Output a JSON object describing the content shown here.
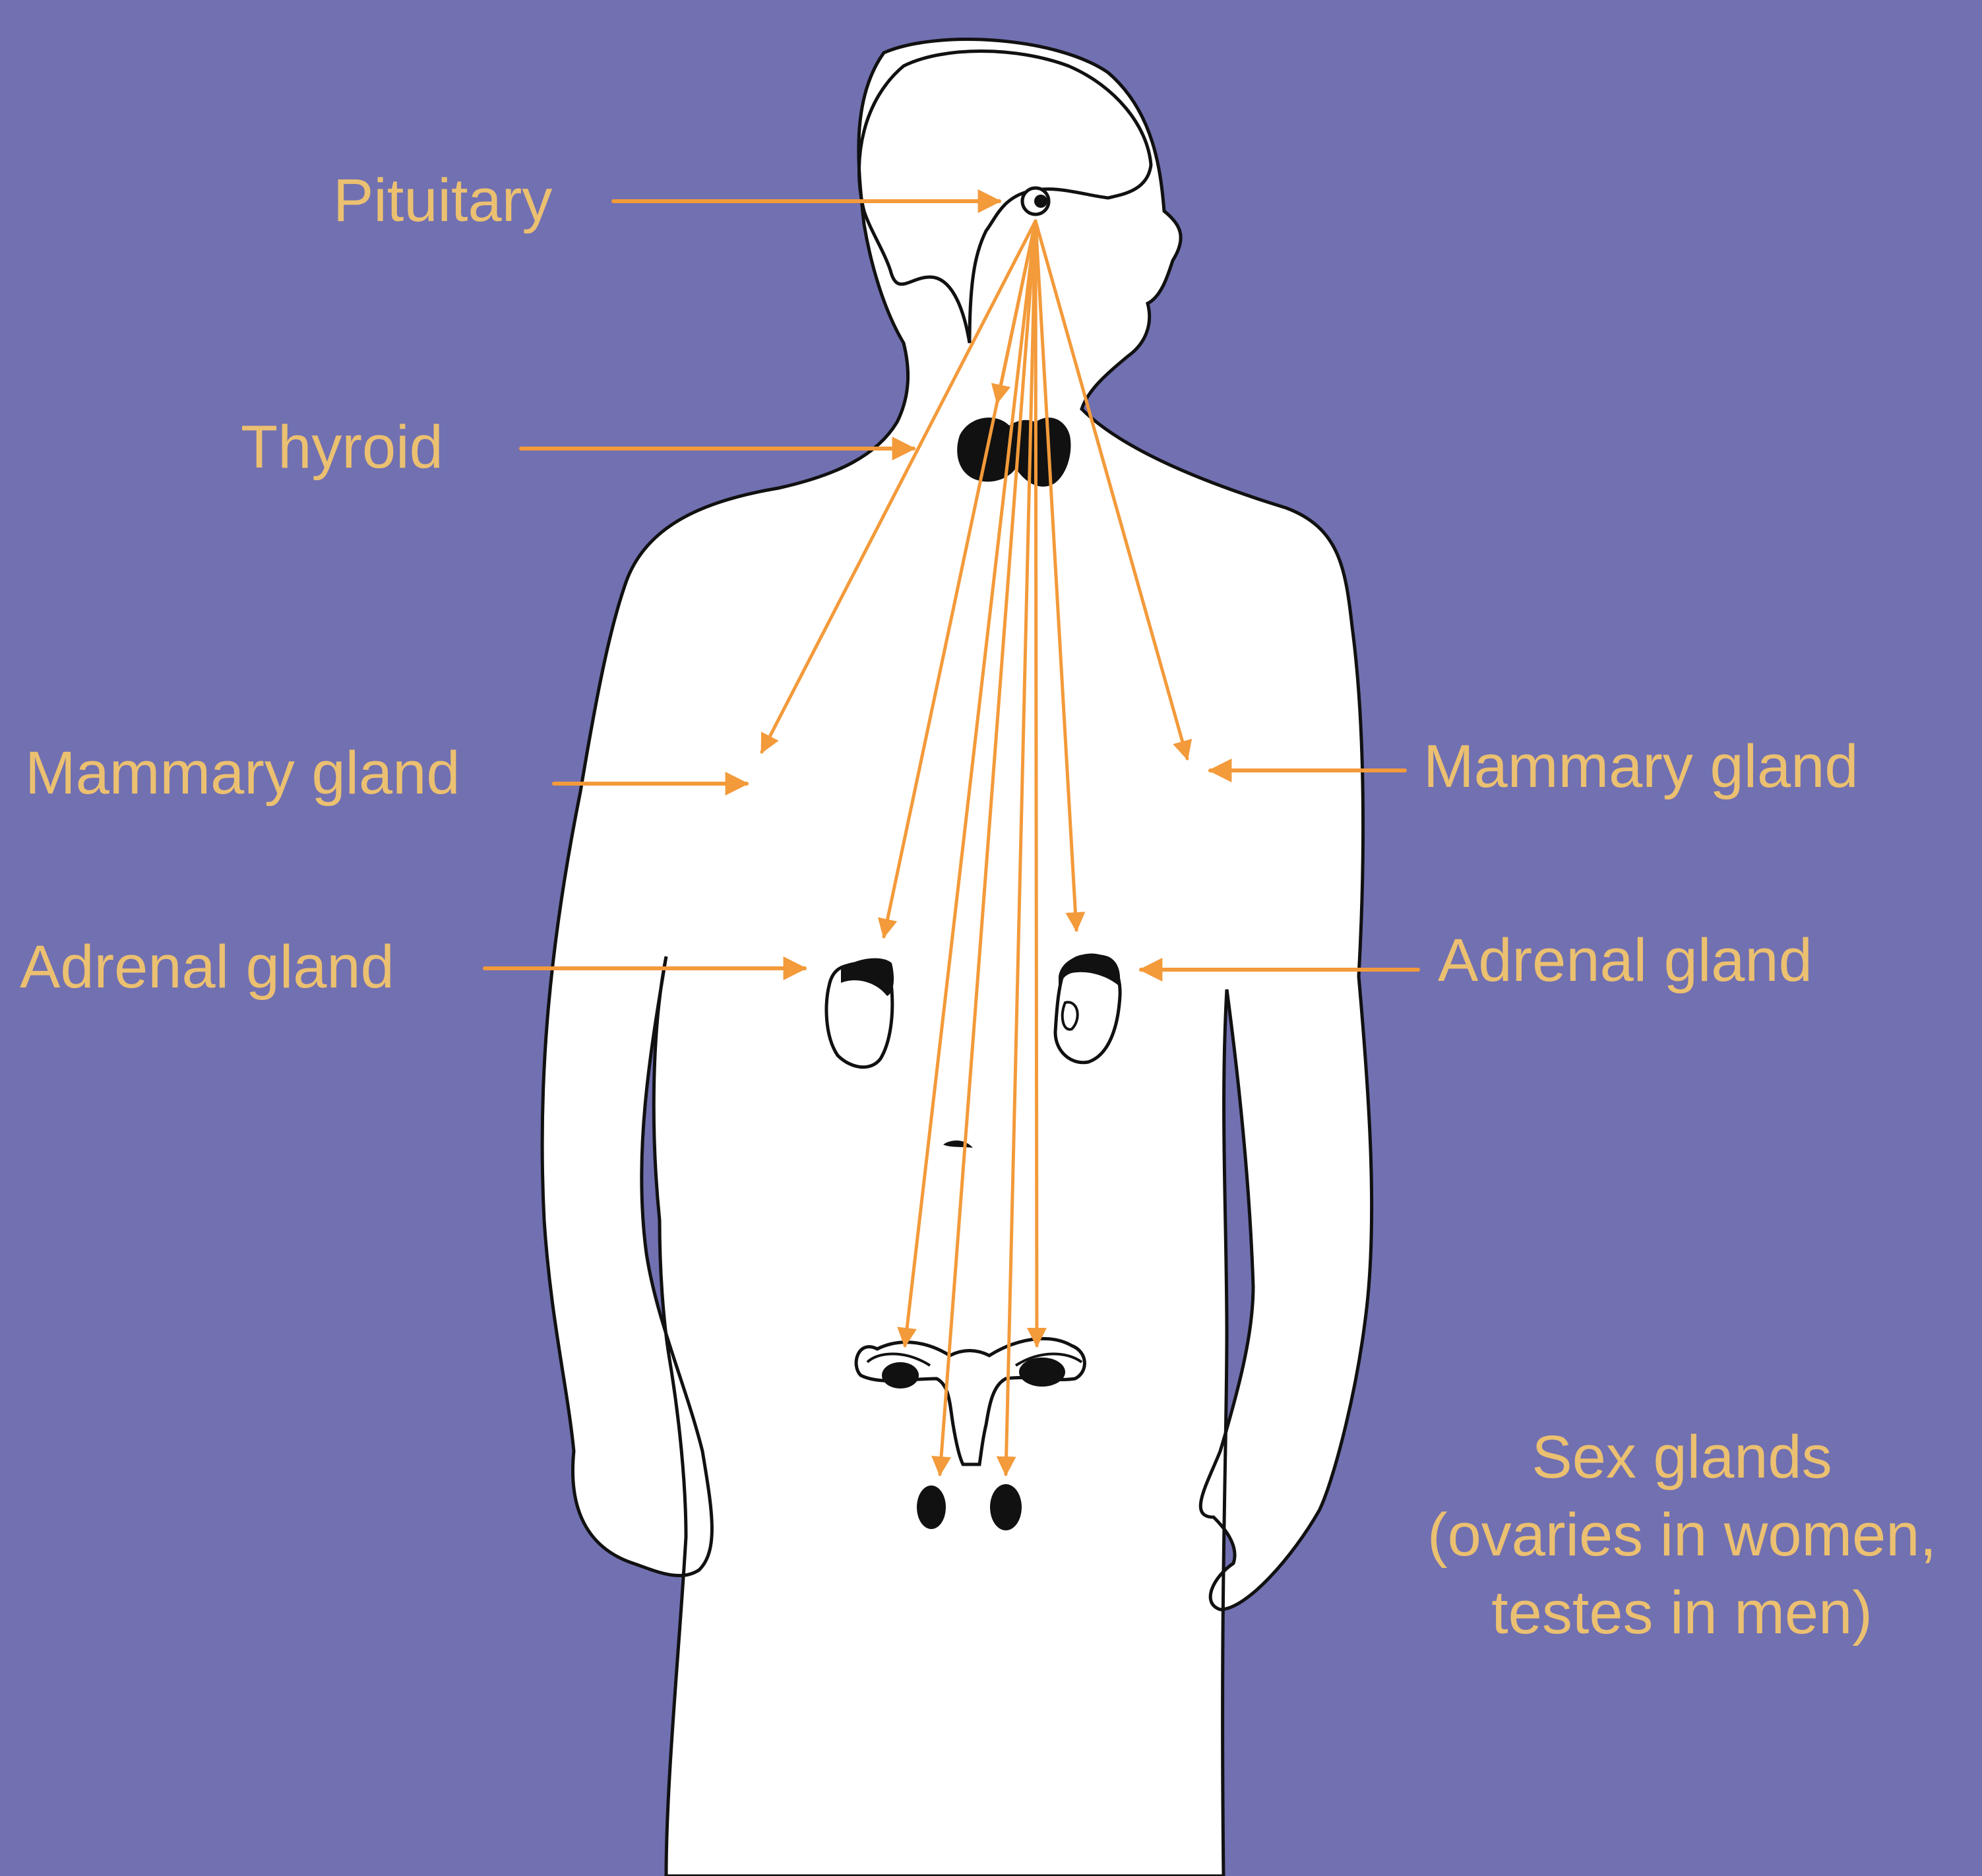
{
  "labels": {
    "pituitary": "Pituitary",
    "thyroid": "Thyroid",
    "mammary_left": "Mammary gland",
    "mammary_right": "Mammary gland",
    "adrenal_left": "Adrenal gland",
    "adrenal_right": "Adrenal gland",
    "sex_glands": [
      "Sex glands",
      "(ovaries in women,",
      "testes in men)"
    ]
  },
  "colors": {
    "background": "#7170b1",
    "label_text": "#ebc070",
    "arrow": "#f39a3a",
    "body_fill": "#ffffff",
    "organ_fill": "#000000"
  }
}
